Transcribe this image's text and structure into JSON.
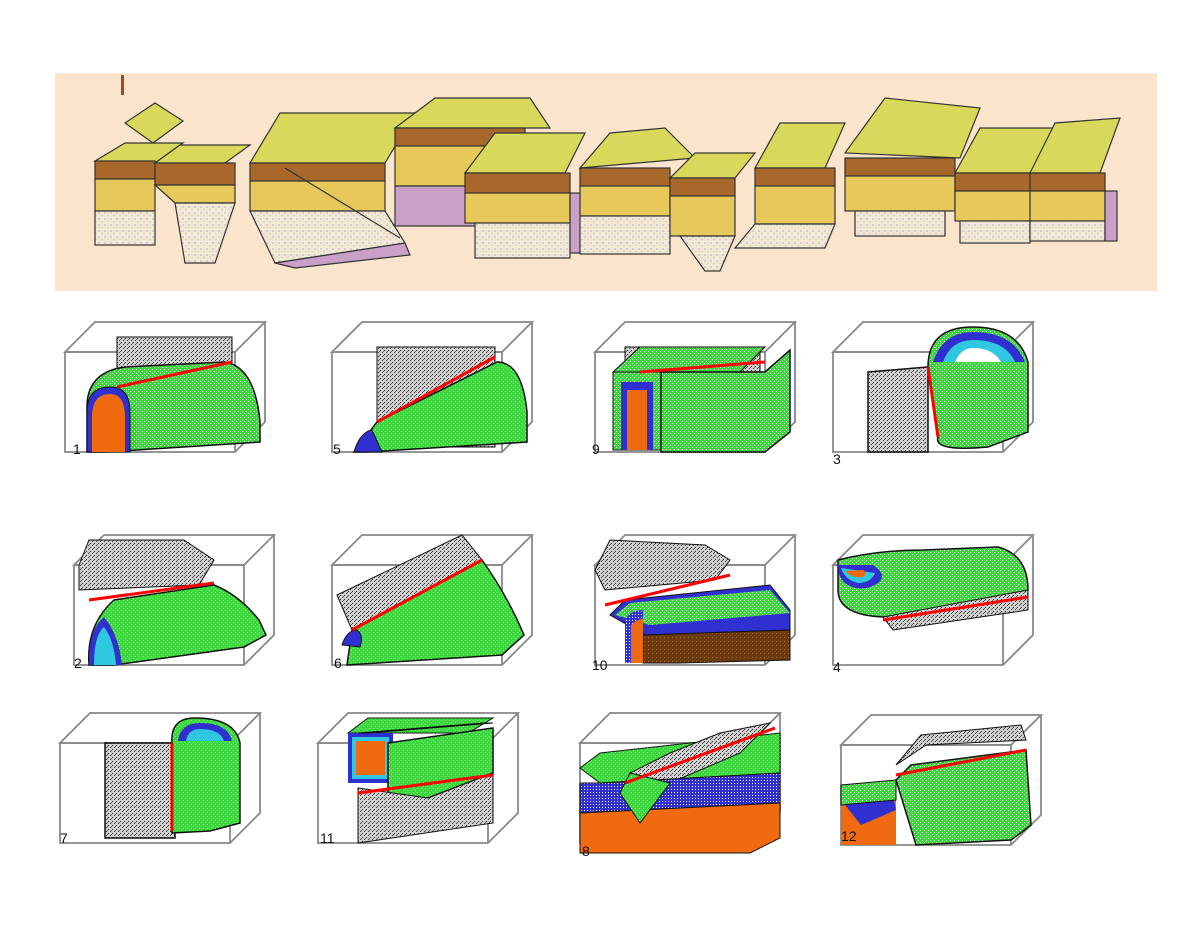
{
  "diagram": {
    "banner_description": "Schematic strip of faulted sedimentary blocks",
    "banner_colors": {
      "background": "#fbe4cc",
      "top_layer": "#d8d85a",
      "brown_layer": "#a8682c",
      "yellow_layer": "#e6c95a",
      "pale_layer": "#f4ead8",
      "purple_layer": "#c8a0c8"
    },
    "fault_block_colors": {
      "green": "#3bd63b",
      "fault_plane": "#888888",
      "fault_line": "#ff0000",
      "orange": "#f06a10",
      "blue": "#3030d0",
      "cyan": "#30c8e0",
      "brown": "#6a3a10"
    },
    "panels": [
      {
        "label": "1"
      },
      {
        "label": "5"
      },
      {
        "label": "9"
      },
      {
        "label": "3"
      },
      {
        "label": "2"
      },
      {
        "label": "6"
      },
      {
        "label": "10"
      },
      {
        "label": "4"
      },
      {
        "label": "7"
      },
      {
        "label": "11"
      },
      {
        "label": "8"
      },
      {
        "label": "12"
      }
    ]
  }
}
